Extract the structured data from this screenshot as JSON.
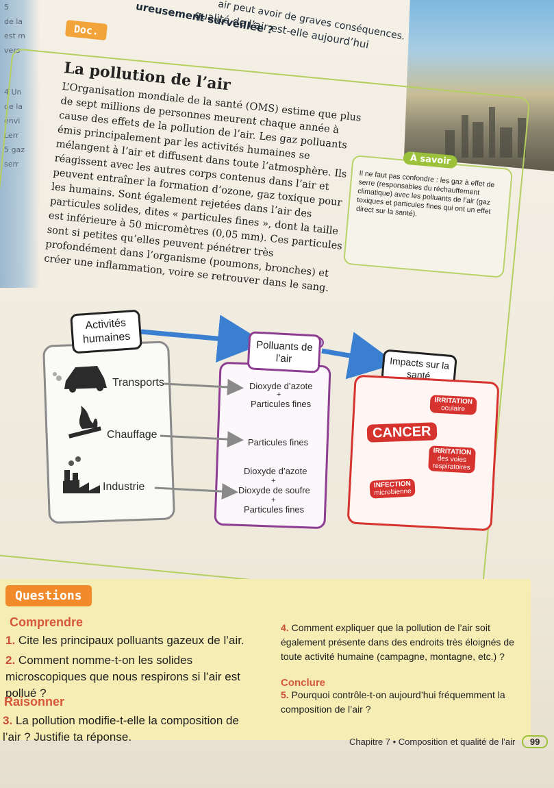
{
  "top": {
    "line1": "air peut avoir de graves conséquences.",
    "line2": "qualité de l’air est-elle aujourd’hui",
    "line3": "ureusement surveillée ?",
    "left_margin": [
      "5",
      "de la",
      "est m",
      "vers",
      "4 Un",
      "de la",
      "envi",
      "Lerr",
      "5 gaz",
      "serr"
    ]
  },
  "doc_label": "Doc.",
  "article": {
    "title": "La pollution de l’air",
    "body": "L’Organisation mondiale de la santé (OMS) estime que plus de sept millions de personnes meurent chaque année à cause des effets de la pollution de l’air. Les gaz polluants émis principalement par les activités humaines se mélangent à l’air et diffusent dans toute l’atmosphère. Ils réagissent avec les autres corps contenus dans l’air et peuvent entraîner la formation d’ozone, gaz toxique pour les humains. Sont également rejetées dans l’air des particules solides, dites « particules fines », dont la taille est inférieure à 50 micromètres (0,05 mm). Ces particules sont si petites qu’elles peuvent pénétrer très profondément dans l’organisme (poumons, bronches) et créer une inflammation, voire se retrouver dans le sang."
  },
  "savoir": {
    "badge": "À savoir",
    "text": "Il ne faut pas confondre : les gaz à effet de serre (responsables du réchauffement climatique) avec les polluants de l’air (gaz toxiques et particules fines qui ont un effet direct sur la santé)."
  },
  "diagram": {
    "activites": "Activités humaines",
    "polluants": "Polluants de l’air",
    "impacts": "Impacts sur la santé",
    "sources": [
      "Transports",
      "Chauffage",
      "Industrie"
    ],
    "pollutants": {
      "transports": [
        "Dioxyde d’azote",
        "+",
        "Particules fines"
      ],
      "chauffage": [
        "Particules fines"
      ],
      "industrie": [
        "Dioxyde d’azote",
        "+",
        "Dioxyde de soufre",
        "+",
        "Particules fines"
      ]
    },
    "effects": {
      "irritation_oculaire": [
        "IRRITATION",
        "oculaire"
      ],
      "cancer": "CANCER",
      "irritation_voies": [
        "IRRITATION",
        "des voies",
        "respiratoires"
      ],
      "infection": [
        "INFECTION",
        "microbienne"
      ]
    }
  },
  "questions": {
    "tag": "Questions",
    "comprendre": "Comprendre",
    "q1": "Cite les principaux polluants gazeux de l’air.",
    "q2": "Comment nomme-t-on les solides microscopiques que nous respirons si l’air est pollué ?",
    "raisonner": "Raisonner",
    "q3": "La pollution modifie-t-elle la composition de l’air ? Justifie ta réponse.",
    "q4": "Comment expliquer que la pollution de l’air soit également présente dans des endroits très éloignés de toute activité humaine (campagne, montagne, etc.) ?",
    "conclure": "Conclure",
    "q5": "Pourquoi contrôle-t-on aujourd’hui fréquemment la composition de l’air ?",
    "n1": "1.",
    "n2": "2.",
    "n3": "3.",
    "n4": "4.",
    "n5": "5."
  },
  "footer": {
    "chapter": "Chapitre 7 • Composition et qualité de l’air",
    "page": "99"
  }
}
